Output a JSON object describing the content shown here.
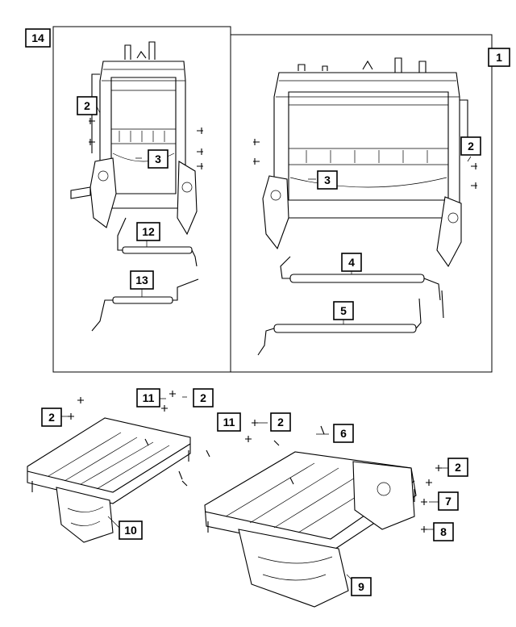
{
  "callouts": {
    "c14": "14",
    "c1": "1",
    "c2_left": "2",
    "c3_left": "3",
    "c12": "12",
    "c13": "13",
    "c2_right": "2",
    "c3_right": "3",
    "c4": "4",
    "c5": "5",
    "c11_a": "11",
    "c2_b": "2",
    "c2_c": "2",
    "c11_b": "11",
    "c2_d": "2",
    "c6": "6",
    "c2_e": "2",
    "c7": "7",
    "c8": "8",
    "c10": "10",
    "c9": "9"
  },
  "colors": {
    "line": "#000000",
    "background": "#ffffff"
  }
}
